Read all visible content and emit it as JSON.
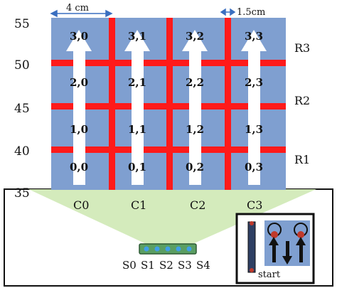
{
  "axis": {
    "ticks": [
      "55",
      "50",
      "45",
      "40",
      "35"
    ]
  },
  "dimensions": {
    "cell_width": "4 cm",
    "line_width": "1.5cm"
  },
  "rows": [
    "R1",
    "R2",
    "R3"
  ],
  "columns": [
    "C0",
    "C1",
    "C2",
    "C3"
  ],
  "cells": [
    [
      "0,0",
      "0,1",
      "0,2",
      "0,3"
    ],
    [
      "1,0",
      "1,1",
      "1,2",
      "1,3"
    ],
    [
      "2,0",
      "2,1",
      "2,2",
      "2,3"
    ],
    [
      "3,0",
      "3,1",
      "3,2",
      "3,3"
    ]
  ],
  "sensors": [
    "S0",
    "S1",
    "S2",
    "S3",
    "S4"
  ],
  "inset": {
    "start_label": "start"
  },
  "colors": {
    "grid_background": "#7f9fd0",
    "grid_lines": "#ff1a1a",
    "arrows": "#ffffff",
    "field_of_view": "#cde8b0",
    "sensor_bar": "#5a9e62"
  }
}
